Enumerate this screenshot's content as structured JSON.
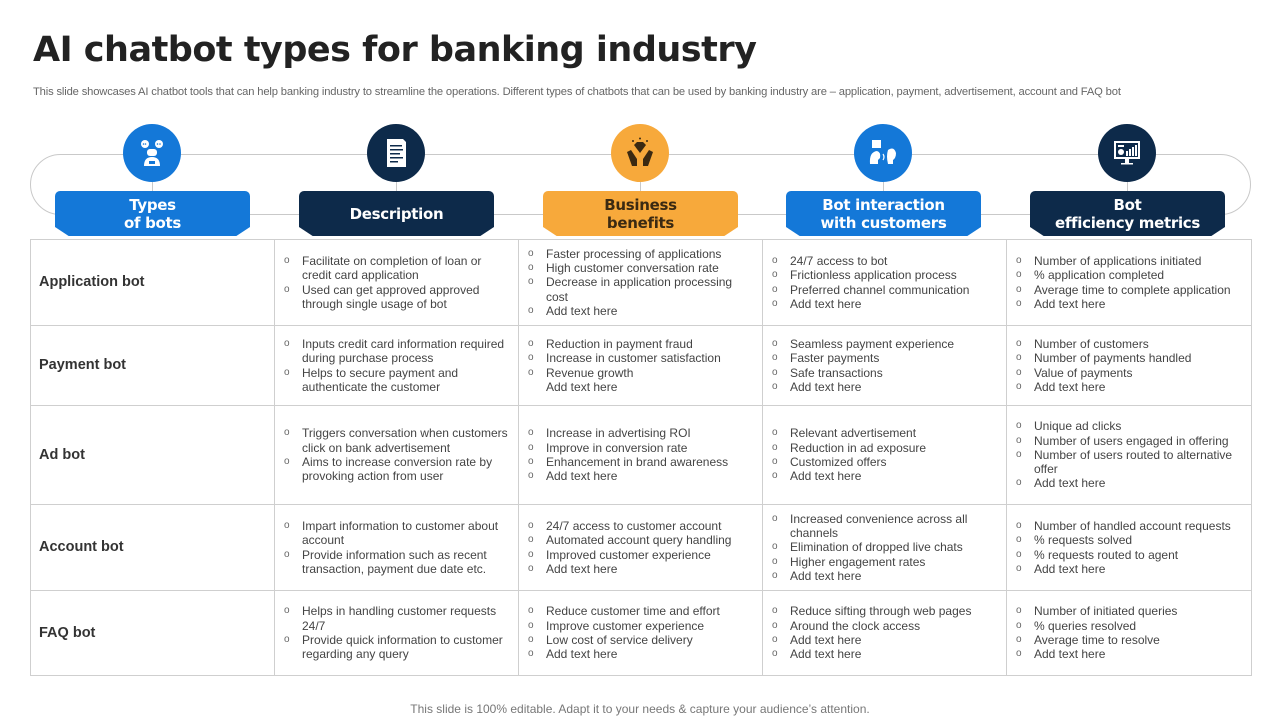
{
  "slide": {
    "title": "AI chatbot types for banking industry",
    "subtitle": "This slide showcases AI chatbot tools that can help banking industry to streamline the operations. Different types of chatbots that can be used by banking industry are – application, payment, advertisement, account and FAQ  bot",
    "footer": "This slide is 100% editable. Adapt it to your needs & capture your audience’s attention."
  },
  "colors": {
    "blue": "#1478d8",
    "navy": "#0d2a4a",
    "orange": "#f7a93b"
  },
  "columns": [
    {
      "label": "Types\nof bots",
      "icon": "chatbot-robot-icon",
      "color": "blue"
    },
    {
      "label": "Description",
      "icon": "document-icon",
      "color": "navy"
    },
    {
      "label": "Business\nbenefits",
      "icon": "diamond-hands-icon",
      "color": "orange"
    },
    {
      "label": "Bot interaction\nwith customers",
      "icon": "speaking-listening-icon",
      "color": "blue"
    },
    {
      "label": "Bot\nefficiency metrics",
      "icon": "monitor-chart-icon",
      "color": "navy"
    }
  ],
  "rows": [
    {
      "name": "Application bot",
      "description": [
        "Facilitate on completion of loan or credit card application",
        "Used can get approved approved through single usage of bot"
      ],
      "benefits": [
        "Faster processing of applications",
        "High customer conversation rate",
        "Decrease in application processing cost",
        "Add text here"
      ],
      "interaction": [
        "24/7 access to bot",
        "Frictionless application process",
        "Preferred channel communication",
        "Add text here"
      ],
      "metrics": [
        "Number of applications initiated",
        "% application completed",
        "Average time to complete application",
        "Add text here"
      ]
    },
    {
      "name": "Payment bot",
      "description": [
        "Inputs credit card information required during purchase process",
        "Helps to secure payment and authenticate the customer"
      ],
      "benefits": [
        "Reduction in payment fraud",
        "Increase in customer satisfaction",
        "Revenue growth",
        "Add text here"
      ],
      "interaction": [
        "Seamless payment experience",
        "Faster payments",
        "Safe transactions",
        "Add text here"
      ],
      "metrics": [
        "Number of customers",
        "Number of payments handled",
        "Value of payments",
        "Add text here"
      ]
    },
    {
      "name": "Ad  bot",
      "description": [
        "Triggers conversation when customers click on bank advertisement",
        "Aims to increase conversion rate by provoking action from user"
      ],
      "benefits": [
        "Increase in advertising ROI",
        "Improve in conversion rate",
        "Enhancement in brand awareness",
        "Add text here"
      ],
      "interaction": [
        "Relevant advertisement",
        "Reduction in ad exposure",
        "Customized offers",
        "Add text here"
      ],
      "metrics": [
        "Unique ad clicks",
        "Number of users engaged in offering",
        "Number of users routed to alternative offer",
        "Add text here"
      ]
    },
    {
      "name": "Account  bot",
      "description": [
        "Impart information to customer about account",
        "Provide information such as recent transaction, payment due date etc."
      ],
      "benefits": [
        "24/7 access to customer account",
        "Automated account query handling",
        "Improved customer experience",
        "Add text here"
      ],
      "interaction": [
        "Increased convenience across all channels",
        "Elimination of dropped live chats",
        "Higher engagement rates",
        "Add text here"
      ],
      "metrics": [
        "Number of handled account requests",
        "% requests solved",
        "% requests routed to agent",
        "Add text here"
      ]
    },
    {
      "name": "FAQ bot",
      "description": [
        "Helps in handling customer requests 24/7",
        "Provide quick information to customer regarding any query"
      ],
      "benefits": [
        "Reduce customer time and effort",
        "Improve customer experience",
        "Low cost of service delivery",
        "Add text here"
      ],
      "interaction": [
        "Reduce sifting through web pages",
        "Around the clock access",
        "Add text here",
        "Add text here"
      ],
      "metrics": [
        "Number of initiated queries",
        "% queries resolved",
        "Average time to resolve",
        "Add text here"
      ]
    }
  ]
}
